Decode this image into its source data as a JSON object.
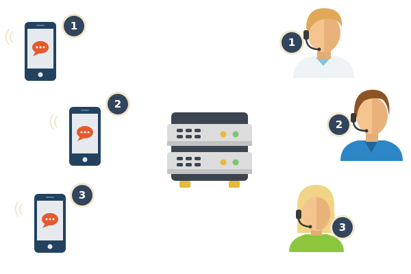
{
  "colors": {
    "phone_body": "#22425f",
    "phone_screen": "#e6eaee",
    "chat_bubble": "#e6592d",
    "badge_bg": "#33455d",
    "badge_ring": "#f1e6c9",
    "server_dark": "#3c4450",
    "server_unit": "#dcdcdc",
    "server_feet": "#e7b939",
    "led_yellow": "#e7b939",
    "led_green": "#7cc576",
    "skin": "#f4c48f",
    "hair_blond": "#e2a85a",
    "hair_brown": "#8c5424",
    "hair_light": "#f0d487",
    "shirt_white": "#eef3f5",
    "shirt_blue": "#2d86c6",
    "shirt_green": "#8cc63f",
    "headset": "#3a3a3a"
  },
  "icons": {
    "phone": "smartphone-chat-icon",
    "server": "server-rack-icon",
    "agent": "call-center-agent-icon",
    "signal": "wifi-signal-icon"
  },
  "phones": [
    {
      "badge": "1"
    },
    {
      "badge": "2"
    },
    {
      "badge": "3"
    }
  ],
  "agents": [
    {
      "badge": "1"
    },
    {
      "badge": "2"
    },
    {
      "badge": "3"
    }
  ]
}
